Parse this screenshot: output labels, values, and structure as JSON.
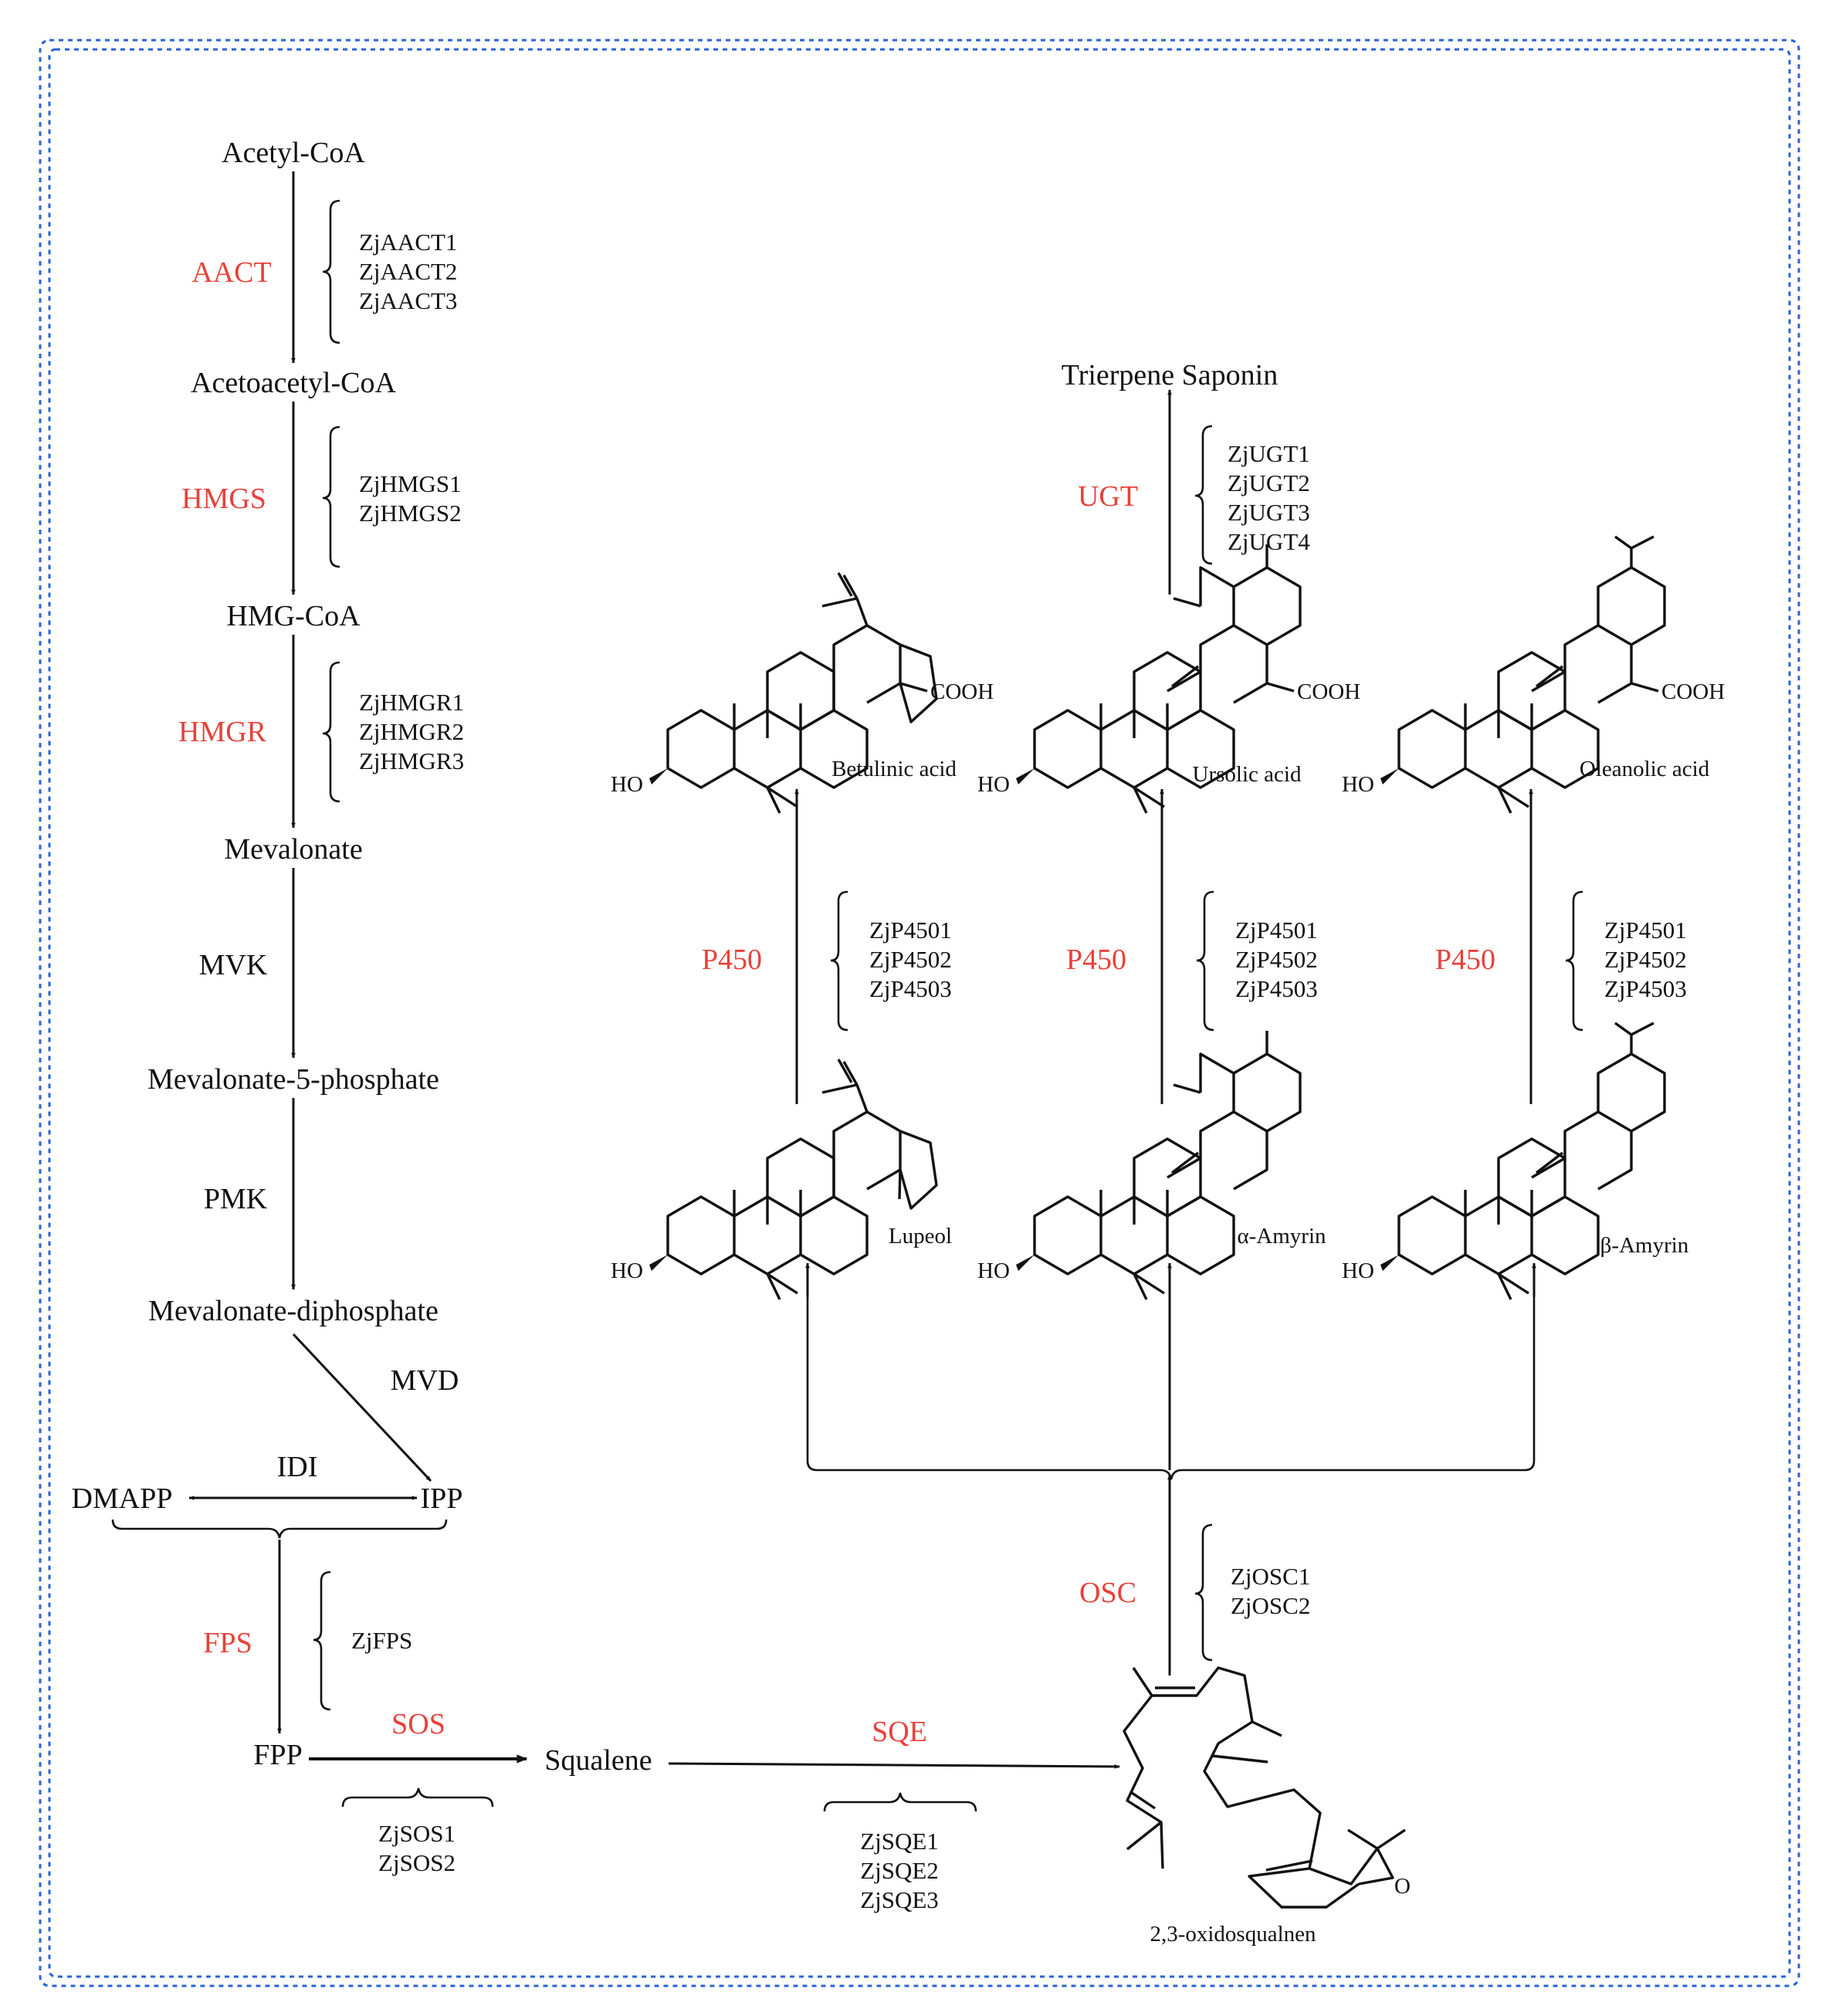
{
  "colors": {
    "enzyme": "#e8413a",
    "border": "#2a62d8",
    "text": "#111111"
  },
  "mva_pathway": {
    "acetyl_coa": "Acetyl-CoA",
    "aact": "AACT",
    "aact_genes": [
      "ZjAACT1",
      "ZjAACT2",
      "ZjAACT3"
    ],
    "acetoacetyl_coa": "Acetoacetyl-CoA",
    "hmgs": "HMGS",
    "hmgs_genes": [
      "ZjHMGS1",
      "ZjHMGS2"
    ],
    "hmg_coa": "HMG-CoA",
    "hmgr": "HMGR",
    "hmgr_genes": [
      "ZjHMGR1",
      "ZjHMGR2",
      "ZjHMGR3"
    ],
    "mevalonate": "Mevalonate",
    "mvk": "MVK",
    "mevalonate_5p": "Mevalonate-5-phosphate",
    "pmk": "PMK",
    "mevalonate_dp": "Mevalonate-diphosphate",
    "mvd": "MVD",
    "idi": "IDI",
    "dmapp": "DMAPP",
    "ipp": "IPP",
    "fps": "FPS",
    "fps_gene": "ZjFPS",
    "fpp": "FPP",
    "sos": "SOS",
    "sos_genes": [
      "ZjSOS1",
      "ZjSOS2"
    ],
    "squalene": "Squalene",
    "sqe": "SQE",
    "sqe_genes": [
      "ZjSQE1",
      "ZjSQE2",
      "ZjSQE3"
    ],
    "oxidosqualene": "2,3-oxidosqualnen",
    "osc": "OSC",
    "osc_genes": [
      "ZjOSC1",
      "ZjOSC2"
    ]
  },
  "triterpenes": {
    "lupeol": "Lupeol",
    "alpha_amyrin": "α-Amyrin",
    "beta_amyrin": "β-Amyrin",
    "betulinic": "Betulinic acid",
    "ursolic": "Ursolic acid",
    "oleanolic": "Oleanolic acid",
    "ho": "HO",
    "cooh": "COOH",
    "o": "O",
    "p450": "P450",
    "p450_genes": [
      "ZjP4501",
      "ZjP4502",
      "ZjP4503"
    ],
    "ugt": "UGT",
    "ugt_genes": [
      "ZjUGT1",
      "ZjUGT2",
      "ZjUGT3",
      "ZjUGT4"
    ],
    "saponin": "Trierpene Saponin"
  }
}
